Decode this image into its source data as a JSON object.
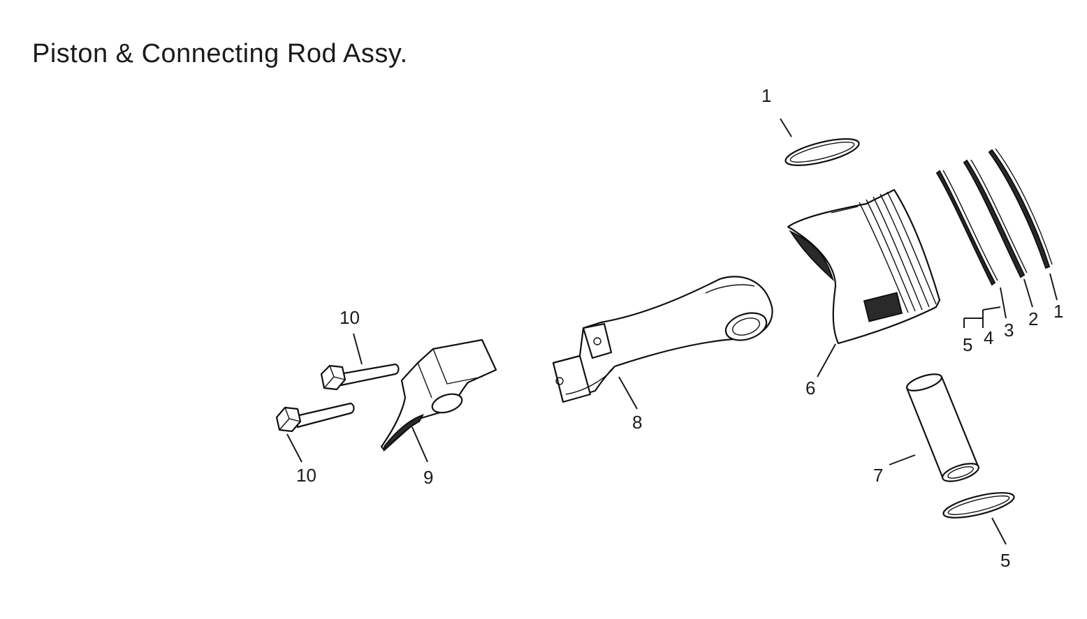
{
  "title": "Piston & Connecting Rod Assy.",
  "callouts": {
    "ring_top_1": "1",
    "ring_right_1": "1",
    "ring_right_2": "2",
    "ring_right_3": "3",
    "ring_right_4": "4",
    "ring_right_5": "5",
    "piston_6": "6",
    "pin_7": "7",
    "rod_8": "8",
    "cap_9": "9",
    "bolt_top_10": "10",
    "bolt_bottom_10": "10",
    "clip_5": "5"
  }
}
